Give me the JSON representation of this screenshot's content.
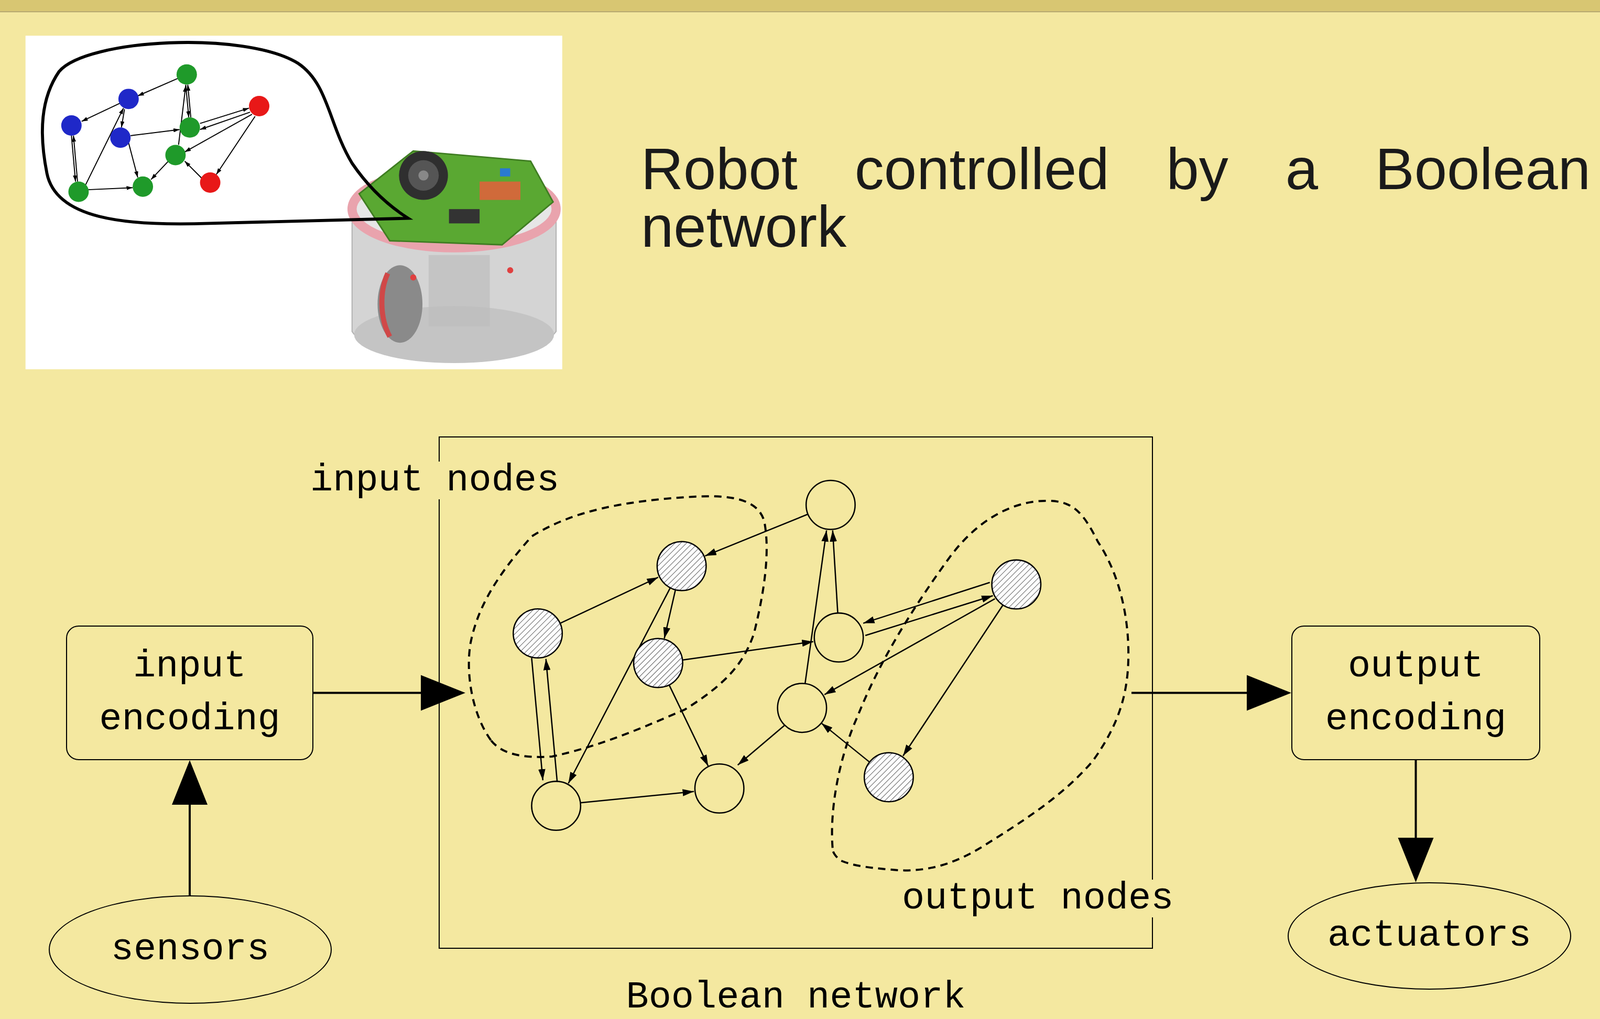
{
  "diagram": {
    "title": "Robot controlled by a Boolean network",
    "nodes": [
      {
        "text": [
          "input encoding"
        ]
      },
      {
        "text": [
          "sensors"
        ]
      },
      {
        "text": [
          "Boolean network"
        ]
      },
      {
        "text": [
          "input nodes"
        ],
        "in": 2
      },
      {
        "text": [
          "output nodes"
        ],
        "in": 2
      },
      {
        "text": [
          "output encoding"
        ]
      },
      {
        "text": [
          "actuators"
        ]
      }
    ],
    "edges": [
      {
        "from": 1,
        "to": 0,
        "arrow": "to"
      },
      {
        "from": 0,
        "to": 3,
        "arrow": "to"
      },
      {
        "from": 4,
        "to": 5,
        "arrow": "to"
      },
      {
        "from": 5,
        "to": 6,
        "arrow": "to"
      }
    ]
  }
}
